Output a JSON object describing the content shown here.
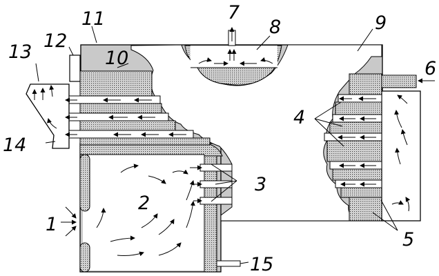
{
  "diagram": {
    "labels": {
      "n1": "1",
      "n2": "2",
      "n3": "3",
      "n4": "4",
      "n5": "5",
      "n6": "6",
      "n7": "7",
      "n8": "8",
      "n9": "9",
      "n10": "10",
      "n11": "11",
      "n12": "12",
      "n13": "13",
      "n14": "14",
      "n15": "15"
    },
    "colors": {
      "body_fill": "#ffffff",
      "cutaway_fill": "#c8c8c8",
      "outline": "#000000"
    }
  }
}
